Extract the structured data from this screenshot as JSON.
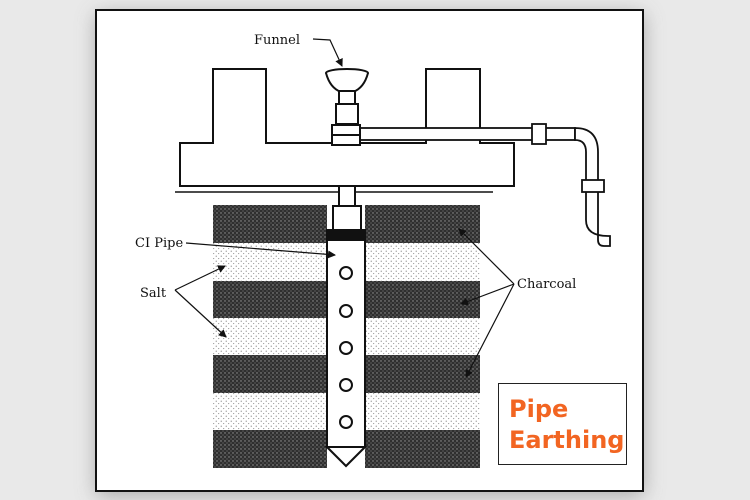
{
  "labels": {
    "funnel": "Funnel",
    "ci_pipe": "CI Pipe",
    "salt": "Salt",
    "charcoal": "Charcoal"
  },
  "title": {
    "line1": "Pipe",
    "line2": "Earthing"
  },
  "colors": {
    "title": "#f26522",
    "charcoal_fill": "#3a3a3a",
    "salt_fill": "#ffffff",
    "outline": "#111111"
  }
}
